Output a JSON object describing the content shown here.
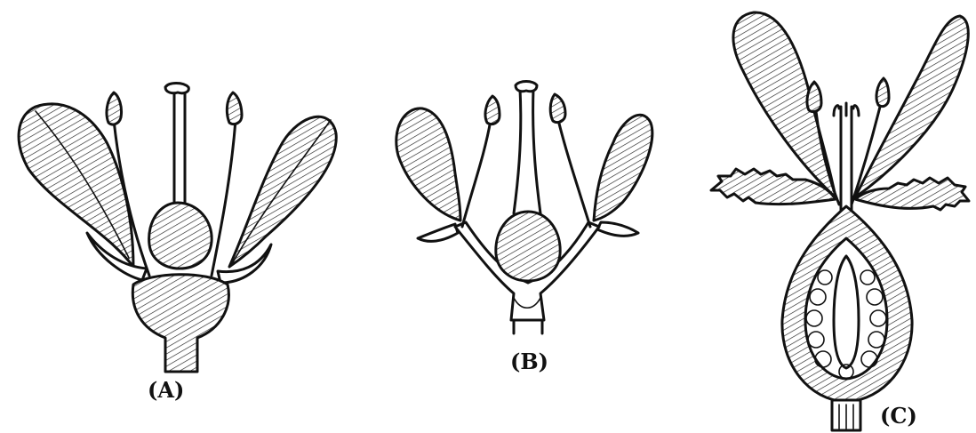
{
  "figure": {
    "labels": {
      "a": "(A)",
      "b": "(B)",
      "c": "(C)"
    }
  },
  "colors": {
    "ink": "#111111",
    "background": "#ffffff"
  }
}
